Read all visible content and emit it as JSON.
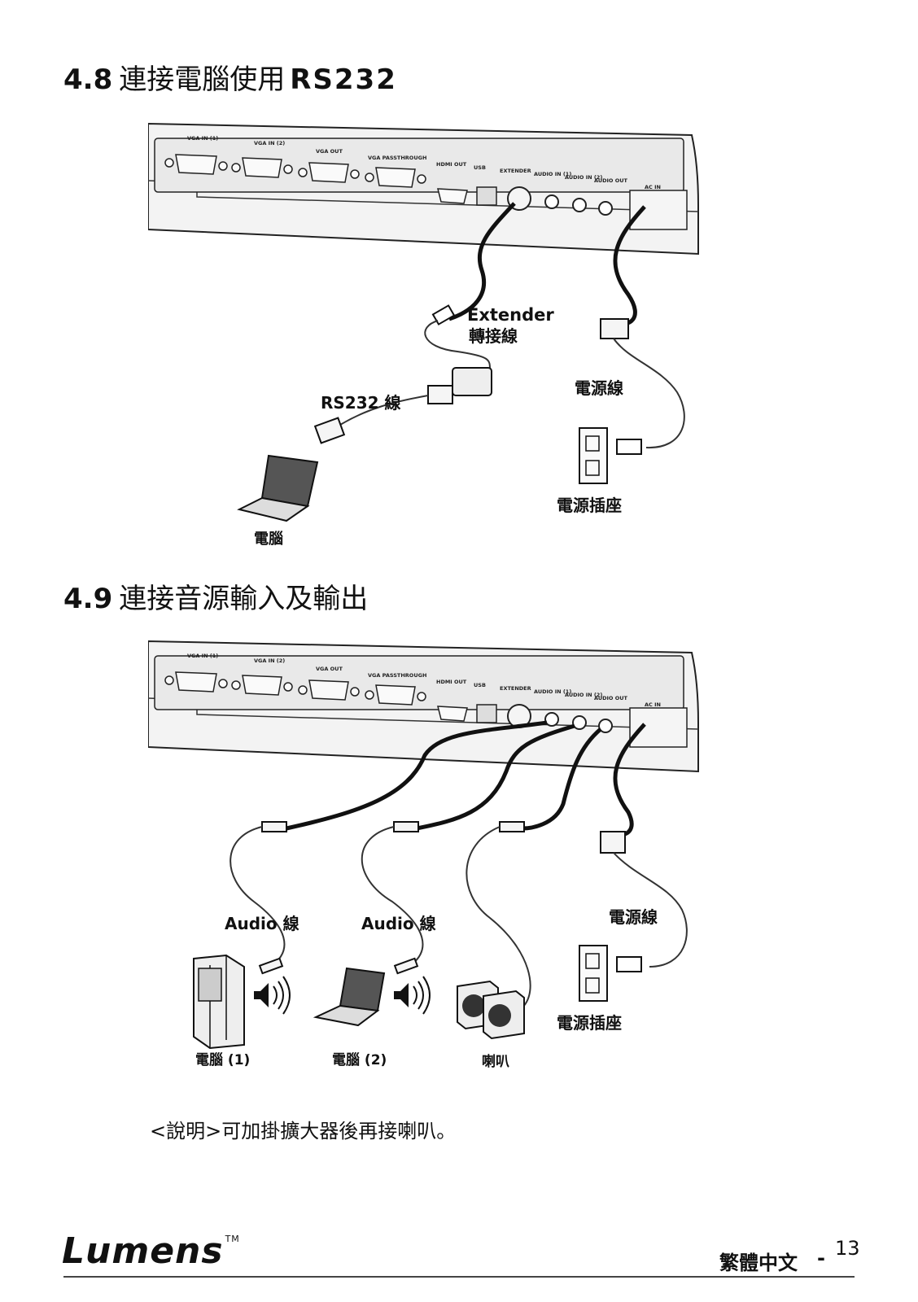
{
  "section_48": {
    "number": "4.8",
    "title": "連接電腦使用",
    "title_latin": "RS232"
  },
  "figure1": {
    "ports": [
      "VGA IN (1)",
      "VGA IN (2)",
      "VGA OUT",
      "VGA PASSTHROUGH",
      "HDMI OUT",
      "USB",
      "EXTENDER",
      "AUDIO IN (1)",
      "AUDIO IN (2)",
      "AUDIO OUT",
      "AC IN"
    ],
    "extender_label": "Extender",
    "extender_label_zh": "轉接線",
    "rs232_label": "RS232 線",
    "power_cable_label": "電源線",
    "outlet_label": "電源插座",
    "computer_label": "電腦"
  },
  "section_49": {
    "number": "4.9",
    "title": "連接音源輸入及輸出"
  },
  "figure2": {
    "ports": [
      "VGA IN (1)",
      "VGA IN (2)",
      "VGA OUT",
      "VGA PASSTHROUGH",
      "HDMI OUT",
      "USB",
      "EXTENDER",
      "AUDIO IN (1)",
      "AUDIO IN (2)",
      "AUDIO OUT",
      "AC IN"
    ],
    "audio_cable_label_1": "Audio 線",
    "audio_cable_label_2": "Audio 線",
    "power_cable_label": "電源線",
    "outlet_label": "電源插座",
    "computer1_label": "電腦 (1)",
    "computer2_label": "電腦 (2)",
    "speaker_label": "喇叭"
  },
  "note": "<說明>可加掛擴大器後再接喇叭。",
  "footer": {
    "logo": "Lumens",
    "trademark": "TM",
    "language": "繁體中文",
    "dash": "-",
    "page": "13"
  }
}
